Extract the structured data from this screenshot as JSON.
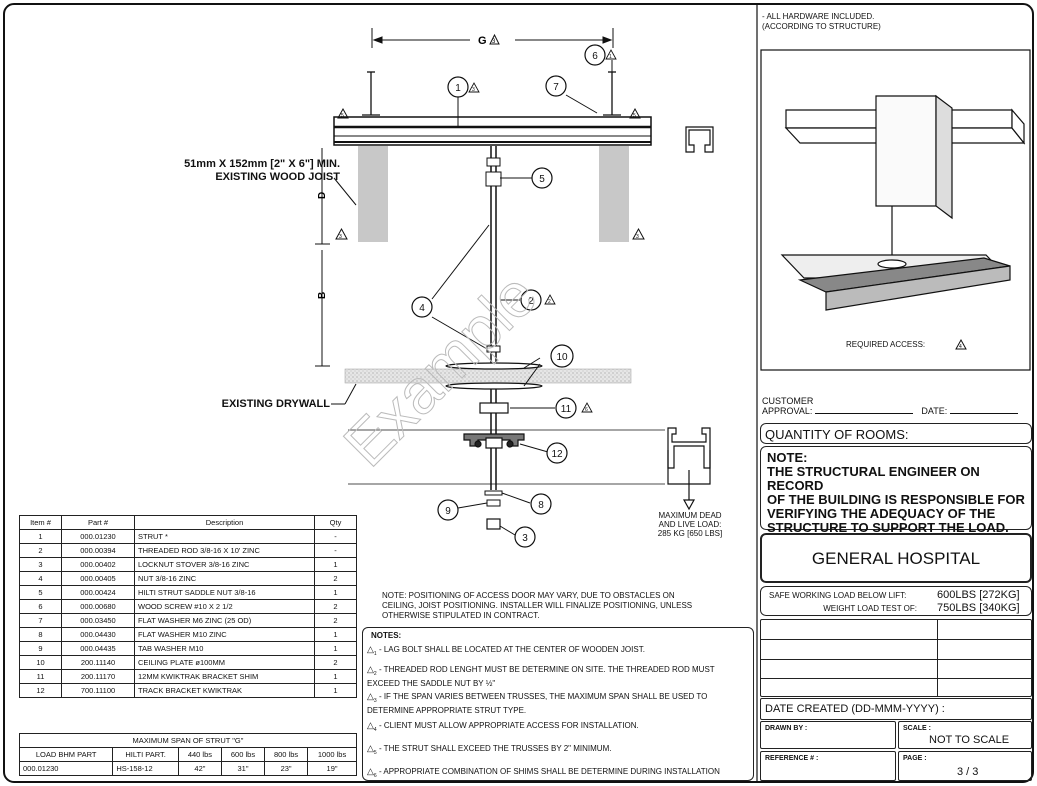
{
  "header_note": [
    "- ALL HARDWARE INCLUDED.",
    "(ACCORDING TO STRUCTURE)"
  ],
  "required_access": "REQUIRED ACCESS:",
  "dims": {
    "g": "G",
    "d": "D",
    "b": "B"
  },
  "callouts": [
    "1",
    "2",
    "3",
    "4",
    "5",
    "6",
    "7",
    "8",
    "9",
    "10",
    "11",
    "12"
  ],
  "rev_marks": {
    "r1": "1",
    "r2": "2",
    "r3": "3",
    "r4": "4",
    "r5": "5",
    "r6": "6"
  },
  "labels": {
    "joist_1": "51mm X 152mm [2\" X 6\"] MIN.",
    "joist_2": "EXISTING WOOD JOIST",
    "drywall": "EXISTING DRYWALL",
    "load_1": "MAXIMUM DEAD",
    "load_2": "AND LIVE LOAD:",
    "load_3": "285 KG [650 LBS]"
  },
  "watermark": "Example",
  "positioning_note": [
    "NOTE:  POSITIONING OF ACCESS DOOR MAY VARY, DUE TO OBSTACLES ON",
    "CEILING, JOIST POSITIONING. INSTALLER WILL FINALIZE POSITIONING, UNLESS",
    "OTHERWISE STIPULATED IN CONTRACT."
  ],
  "notes": {
    "title": "NOTES:",
    "items": [
      {
        "mark": "1",
        "text": "- LAG BOLT SHALL BE LOCATED AT THE CENTER OF WOODEN JOIST."
      },
      {
        "mark": "2",
        "text": "- THREADED ROD LENGHT MUST BE DETERMINE ON SITE.  THE THREADED ROD MUST",
        "text2": "EXCEED THE SADDLE NUT BY ½\""
      },
      {
        "mark": "3",
        "text": "- IF THE SPAN VARIES BETWEEN TRUSSES, THE MAXIMUM SPAN SHALL BE USED TO",
        "text2": "DETERMINE APPROPRIATE STRUT TYPE."
      },
      {
        "mark": "4",
        "text": "- CLIENT MUST ALLOW APPROPRIATE ACCESS FOR INSTALLATION."
      },
      {
        "mark": "5",
        "text": "- THE  STRUT SHALL EXCEED THE TRUSSES BY 2\" MINIMUM."
      },
      {
        "mark": "6",
        "text": "- APPROPRIATE COMBINATION OF SHIMS SHALL BE DETERMINE DURING INSTALLATION"
      }
    ]
  },
  "parts": {
    "headers": [
      "Item #",
      "Part #",
      "Description",
      "Qty"
    ],
    "rows": [
      [
        "1",
        "000.01230",
        "STRUT *",
        "-"
      ],
      [
        "2",
        "000.00394",
        "THREADED ROD 3/8-16 X 10' ZINC",
        "-"
      ],
      [
        "3",
        "000.00402",
        "LOCKNUT STOVER 3/8-16 ZINC",
        "1"
      ],
      [
        "4",
        "000.00405",
        "NUT 3/8-16 ZINC",
        "2"
      ],
      [
        "5",
        "000.00424",
        "HILTI STRUT SADDLE NUT 3/8-16",
        "1"
      ],
      [
        "6",
        "000.00680",
        "WOOD SCREW #10 X 2 1/2",
        "2"
      ],
      [
        "7",
        "000.03450",
        "FLAT WASHER M6 ZINC (25 OD)",
        "2"
      ],
      [
        "8",
        "000.04430",
        "FLAT WASHER M10 ZINC",
        "1"
      ],
      [
        "9",
        "000.04435",
        "TAB WASHER M10",
        "1"
      ],
      [
        "10",
        "200.11140",
        "CEILING PLATE ø100MM",
        "2"
      ],
      [
        "11",
        "200.11170",
        "12MM KWIKTRAK BRACKET SHIM",
        "1"
      ],
      [
        "12",
        "700.11100",
        "TRACK BRACKET KWIKTRAK",
        "1"
      ]
    ]
  },
  "span_table": {
    "title": "MAXIMUM SPAN OF STRUT \"G\"",
    "headers": [
      "LOAD BHM PART",
      "HILTI PART.",
      "440 lbs",
      "600 lbs",
      "800 lbs",
      "1000 lbs"
    ],
    "row": [
      "000.01230",
      "HS-158-12",
      "42\"",
      "31\"",
      "23\"",
      "19\""
    ]
  },
  "title_block": {
    "customer_1": "CUSTOMER",
    "customer_2": "APPROVAL:",
    "date": "DATE:",
    "quantity": "QUANTITY OF ROOMS:",
    "note_title": "NOTE:",
    "note_lines": [
      "THE STRUCTURAL ENGINEER ON RECORD",
      "OF THE BUILDING IS RESPONSIBLE FOR",
      "VERIFYING THE ADEQUACY OF THE",
      "STRUCTURE TO SUPPORT THE LOAD."
    ],
    "project": "GENERAL HOSPITAL",
    "swl_label": "SAFE WORKING LOAD BELOW LIFT:",
    "swl_value": "600LBS [272KG]",
    "wlt_label": "WEIGHT LOAD TEST OF:",
    "wlt_value": "750LBS [340KG]",
    "date_created": "DATE CREATED (DD-MMM-YYYY) :",
    "drawn_by": "DRAWN BY :",
    "scale_label": "SCALE :",
    "scale_value": "NOT TO SCALE",
    "reference": "REFERENCE # :",
    "page_label": "PAGE :",
    "page_value": "3 / 3"
  }
}
